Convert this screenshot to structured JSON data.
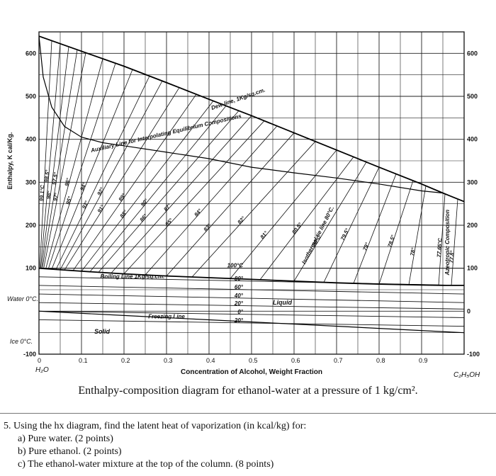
{
  "chart_data": {
    "type": "line",
    "title": "Enthalpy-composition diagram for ethanol-water at a pressure of 1 kg/cm².",
    "xlabel": "Concentration of Alcohol, Weight Fraction",
    "ylabel": "Enthalpy, K cal/Kg.",
    "x_ticks": [
      "0",
      "0.1",
      "0.2",
      "0.3",
      "0.4",
      "0.5",
      "0.6",
      "0.7",
      "0.8",
      "0.9"
    ],
    "y_ticks_left": [
      "600",
      "500",
      "400",
      "300",
      "200",
      "100",
      "-100"
    ],
    "y_ticks_right": [
      "600",
      "500",
      "400",
      "300",
      "200",
      "100",
      "0",
      "-100"
    ],
    "xlim": [
      0,
      1
    ],
    "ylim": [
      -100,
      650
    ],
    "grid": true,
    "x_end_labels": {
      "left": "H₂O",
      "right": "C₂H₅OH"
    },
    "side_labels": {
      "water": "Water 0°C.",
      "ice": "Ice 0°C."
    },
    "series": [
      {
        "name": "Dew-line, 1Kg/sq.cm.",
        "x": [
          0,
          0.1,
          0.2,
          0.3,
          0.4,
          0.5,
          0.6,
          0.7,
          0.8,
          0.9,
          0.95,
          1.0
        ],
        "y": [
          640,
          605,
          570,
          532,
          493,
          455,
          415,
          375,
          335,
          296,
          275,
          255
        ]
      },
      {
        "name": "Boiling Line 1Kg/sq.cm.",
        "x": [
          0,
          0.1,
          0.2,
          0.3,
          0.4,
          0.5,
          0.6,
          0.7,
          0.8,
          0.9,
          0.95,
          1.0
        ],
        "y": [
          100,
          93,
          87,
          82,
          78,
          74,
          70,
          66,
          63,
          61,
          60,
          60
        ]
      },
      {
        "name": "Auxiliary Line for Interpolating Equilibrium Compositions",
        "x": [
          0,
          0.01,
          0.03,
          0.06,
          0.1,
          0.15,
          0.2,
          0.3,
          0.4,
          0.5,
          0.6,
          0.7,
          0.8,
          0.9,
          0.95
        ],
        "y": [
          640,
          545,
          475,
          430,
          405,
          392,
          385,
          370,
          355,
          335,
          322,
          310,
          296,
          280,
          275
        ]
      },
      {
        "name": "Freezing Line",
        "x": [
          0,
          0.2,
          0.4,
          0.6,
          0.8,
          1.0
        ],
        "y": [
          0,
          -10,
          -20,
          -30,
          -40,
          -50
        ]
      }
    ],
    "liquid_isotherms": [
      {
        "label": "100°C",
        "y0": 100,
        "y1": 100
      },
      {
        "label": "80°",
        "y0": 80,
        "y1": 60
      },
      {
        "label": "60°",
        "y0": 60,
        "y1": 40
      },
      {
        "label": "40°",
        "y0": 40,
        "y1": 20
      },
      {
        "label": "20°",
        "y0": 20,
        "y1": 5
      },
      {
        "label": "0°",
        "y0": 0,
        "y1": -15
      },
      {
        "label": "-20°",
        "y0": -20,
        "y1": -35
      }
    ],
    "ties": [
      {
        "label": "99.1°C",
        "xl": 0.002,
        "xv": 0.03
      },
      {
        "label": "98.5°",
        "xl": 0.004,
        "xv": 0.05
      },
      {
        "label": "98°",
        "xl": 0.006,
        "xv": 0.07
      },
      {
        "label": "97.5°",
        "xl": 0.008,
        "xv": 0.09
      },
      {
        "label": "97°",
        "xl": 0.011,
        "xv": 0.11
      },
      {
        "label": "96°",
        "xl": 0.016,
        "xv": 0.15
      },
      {
        "label": "95°",
        "xl": 0.022,
        "xv": 0.18
      },
      {
        "label": "94°",
        "xl": 0.03,
        "xv": 0.22
      },
      {
        "label": "93°",
        "xl": 0.04,
        "xv": 0.26
      },
      {
        "label": "92°",
        "xl": 0.05,
        "xv": 0.29
      },
      {
        "label": "91°",
        "xl": 0.06,
        "xv": 0.33
      },
      {
        "label": "89°",
        "xl": 0.08,
        "xv": 0.37
      },
      {
        "label": "88°",
        "xl": 0.1,
        "xv": 0.41
      },
      {
        "label": "90°",
        "xl": 0.12,
        "xv": 0.44
      },
      {
        "label": "86°",
        "xl": 0.14,
        "xv": 0.47
      },
      {
        "label": "87°",
        "xl": 0.17,
        "xv": 0.5
      },
      {
        "label": "85°",
        "xl": 0.2,
        "xv": 0.53
      },
      {
        "label": "84°",
        "xl": 0.25,
        "xv": 0.56
      },
      {
        "label": "83°",
        "xl": 0.3,
        "xv": 0.6
      },
      {
        "label": "82°",
        "xl": 0.36,
        "xv": 0.65
      },
      {
        "label": "81°",
        "xl": 0.45,
        "xv": 0.7
      },
      {
        "label": "80.5°",
        "xl": 0.52,
        "xv": 0.74
      },
      {
        "label": "80°C",
        "xl": 0.6,
        "xv": 0.77
      },
      {
        "label": "79.5°",
        "xl": 0.67,
        "xv": 0.8
      },
      {
        "label": "79°",
        "xl": 0.74,
        "xv": 0.84
      },
      {
        "label": "78.5°",
        "xl": 0.8,
        "xv": 0.88
      },
      {
        "label": "78°",
        "xl": 0.87,
        "xv": 0.91
      },
      {
        "label": "77.65°C",
        "xl": 0.94,
        "xv": 0.955
      },
      {
        "label": "77.8°",
        "xl": 0.97,
        "xv": 0.985
      }
    ],
    "annotations": [
      "Solid",
      "Liquid",
      "Isothermal tie line 80°C.",
      "Azeotropic Composition"
    ]
  },
  "question": {
    "stem": "5. Using the hx diagram, find the latent heat of vaporization (in kcal/kg) for:",
    "a": "a)  Pure water. (2 points)",
    "b": "b)  Pure ethanol. (2 points)",
    "c": "c)  The ethanol-water mixture at the top of the column. (8 points)"
  }
}
